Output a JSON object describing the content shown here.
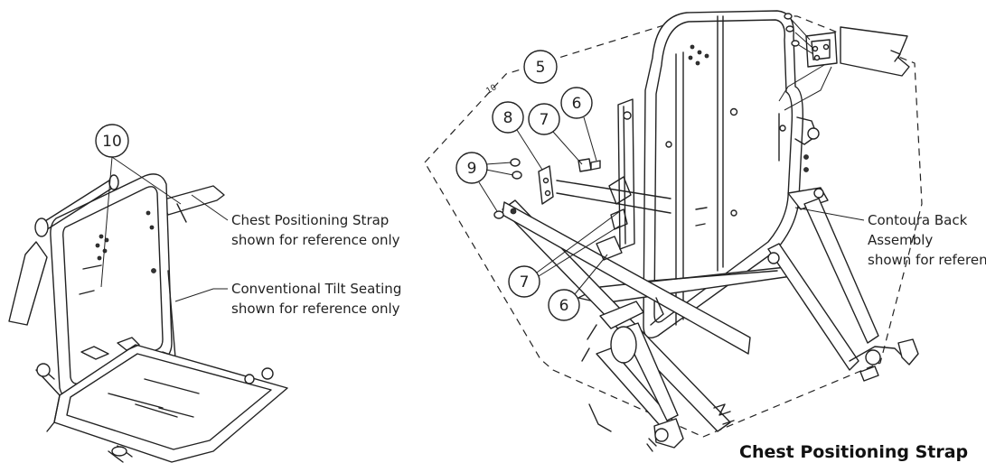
{
  "callouts": {
    "c10": "10",
    "c5": "5",
    "c8": "8",
    "c7a": "7",
    "c6a": "6",
    "c9": "9",
    "c7b": "7",
    "c6b": "6",
    "small10": "10"
  },
  "labels": {
    "chest_strap_line1": "Chest Positioning Strap",
    "chest_strap_line2": "shown for reference only",
    "tilt_line1": "Conventional Tilt Seating",
    "tilt_line2": "shown for reference only",
    "contoura_line1": "Contoura Back",
    "contoura_line2": "Assembly",
    "contoura_line3": "shown for reference only"
  },
  "title": "Chest Positioning Strap"
}
